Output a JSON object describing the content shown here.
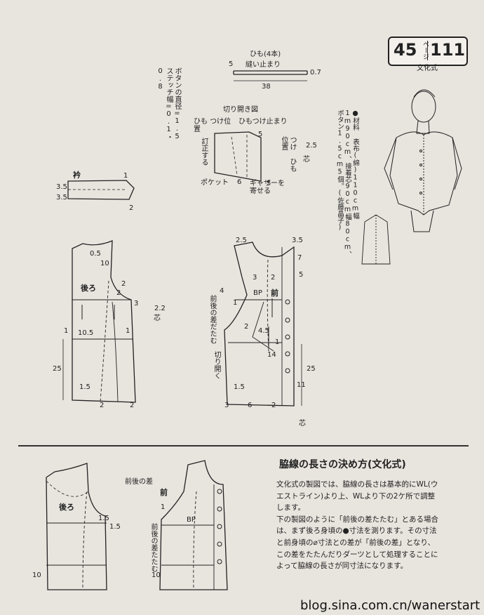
{
  "page": {
    "number": "45",
    "unit": "ページ",
    "reference": "111",
    "style": "文化式"
  },
  "top_labels": {
    "button_note": "ボタンの直径=1.5 ステッチ幅=0.1・0.8",
    "materials": "●材料 表布(綿)110cm幅1m90cm、接着芯90cm幅80cm、ボタン1.5cm5個。(佐藤晶子)",
    "himo_title": "ひも(4本)",
    "himo_nui": "縫い止まり",
    "himo_5": "5",
    "himo_07": "0.7",
    "himo_38": "38",
    "kiri_title": "切り開き図",
    "himo_tsuke1": "ひも つけ位置",
    "himo_tsuke_tomari": "ひもつけ止まり",
    "himo_tsuke2": "つけ ひも 位置",
    "teishi": "訂正する",
    "pocket": "ポケット",
    "gather": "ギャザーを 寄せる",
    "k6": "6",
    "k5a": "5",
    "k5b": "5",
    "k25": "2.5",
    "shin": "芯",
    "eri": "衿",
    "e35a": "3.5",
    "e35b": "3.5",
    "e1": "1",
    "e2": "2"
  },
  "back_piece": {
    "label": "後ろ",
    "n05": "0.5",
    "n10": "10",
    "n2a": "2",
    "n2b": "2",
    "n3": "3",
    "n22": "2.2",
    "shin": "芯",
    "n1a": "1",
    "n1b": "1",
    "n105": "10.5",
    "n25": "25",
    "n15": "1.5",
    "n2c": "2",
    "n2d": "2"
  },
  "front_piece": {
    "label": "前",
    "bp": "BP",
    "n25": "2.5",
    "n35": "3.5",
    "n7": "7",
    "n5": "5",
    "n2a": "2",
    "n3": "3",
    "n4": "4",
    "n1": "1",
    "diff": "前後の差だたむ",
    "n2b": "2",
    "n45": "4.5",
    "n14": "14",
    "n1b": "1",
    "kiri": "切り開く",
    "n25b": "25",
    "n11": "11",
    "n15": "1.5",
    "n3b": "3",
    "n6": "6",
    "n2c": "2",
    "shin": "芯"
  },
  "bottom_diagrams": {
    "diff_label": "前後の差",
    "back_label": "後ろ",
    "front_label": "前",
    "n15a": "1.5",
    "n15b": "1.5",
    "n1": "1",
    "tatamu": "前後の差たたむ",
    "bp": "BP",
    "n10a": "10",
    "n10b": "10"
  },
  "section": {
    "title": "脇線の長さの決め方(文化式)",
    "para1": "文化式の製図では、脇線の長さは基本的にWL(ウエストライン)より上、WLより下の2ケ所で調整します。",
    "para2": "下の製図のように「前後の差たたむ」とある場合は、まず後ろ身頃の●寸法を測ります。その寸法と前身頃の⌀寸法との差が「前後の差」となり、この差をたたんだりダーツとして処理することによって脇線の長さが同寸法になります。"
  },
  "watermark": "blog.sina.com.cn/wanerstart"
}
